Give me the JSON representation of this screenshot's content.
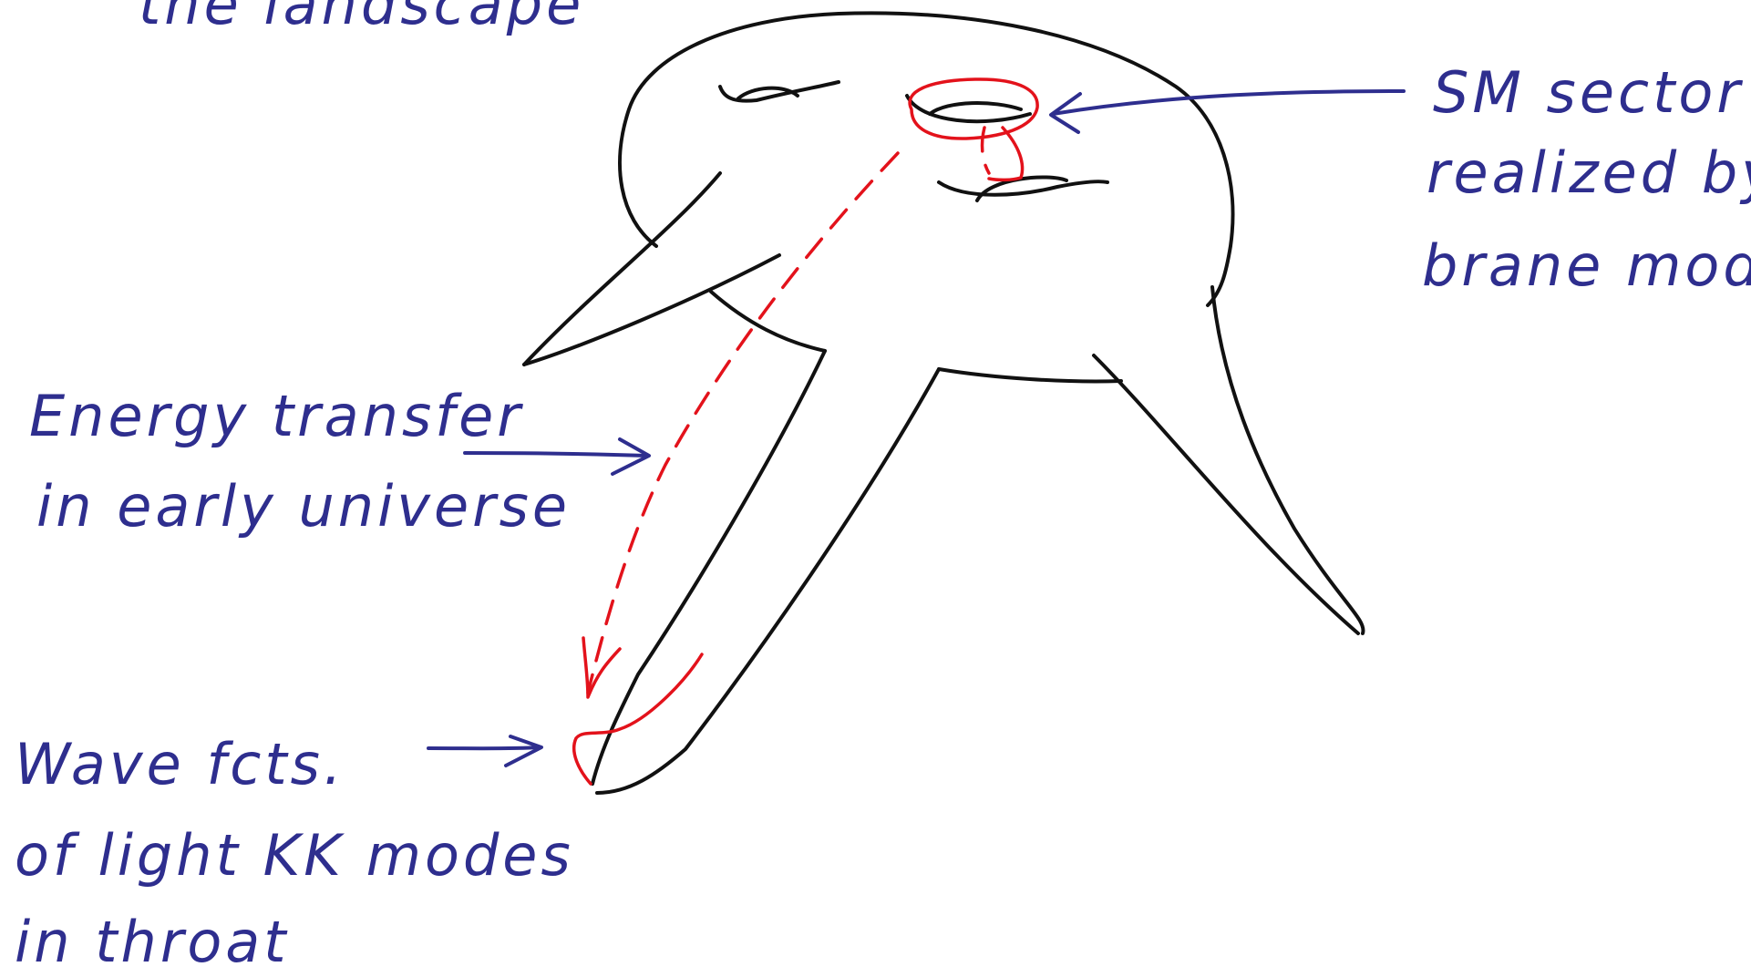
{
  "annotations": {
    "top_fragment": "the landscape",
    "sm_sector": [
      "SM sector",
      "realized by",
      "brane models"
    ],
    "energy_transfer": [
      "Energy transfer",
      "in early universe"
    ],
    "wave_fcts": [
      "Wave fcts.",
      "of light KK modes",
      "in throat"
    ]
  },
  "colors": {
    "ink_blue": "#2e2e8e",
    "outline_black": "#111111",
    "highlight_red": "#e3121b",
    "background": "#ffffff"
  }
}
